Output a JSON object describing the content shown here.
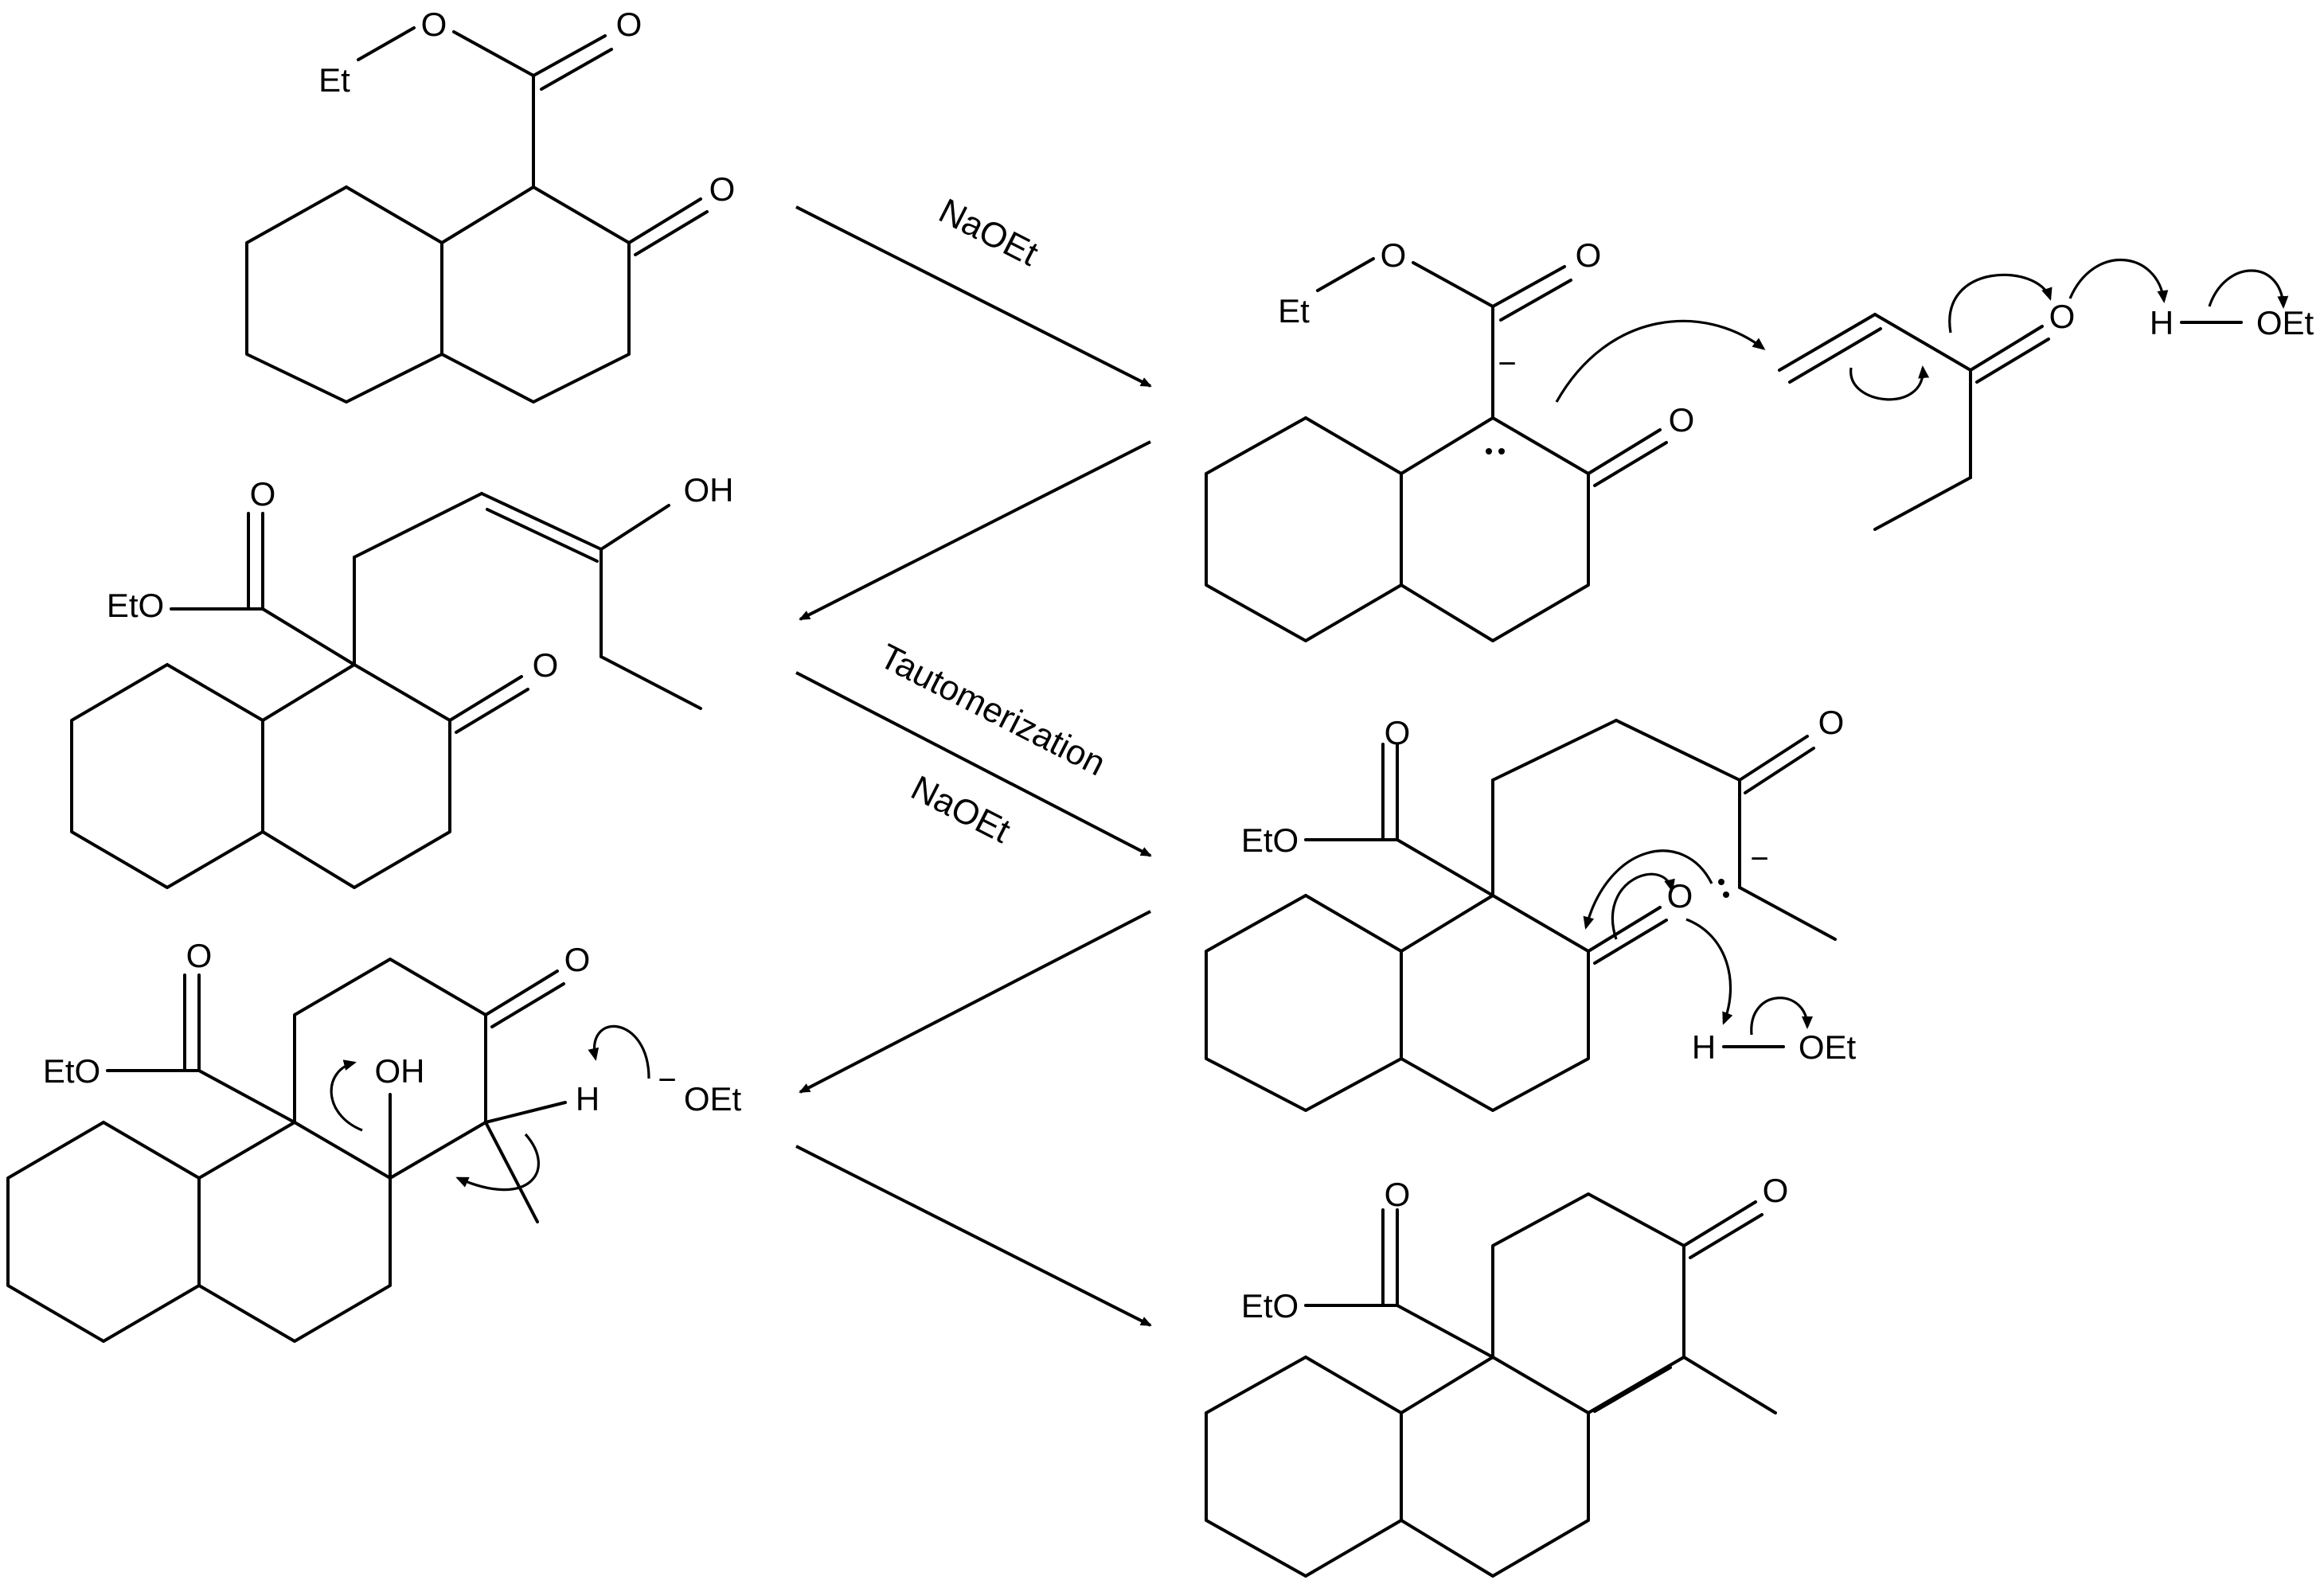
{
  "colors": {
    "ink": "#000000",
    "background": "#ffffff"
  },
  "conditions": {
    "step1": "NaOEt",
    "step3_line1": "Tautomerization",
    "step3_line2": "NaOEt"
  },
  "labels": {
    "et": "Et",
    "o": "O",
    "oh": "OH",
    "eto": "EtO",
    "h": "H",
    "oet": "OEt",
    "neg": "−"
  }
}
